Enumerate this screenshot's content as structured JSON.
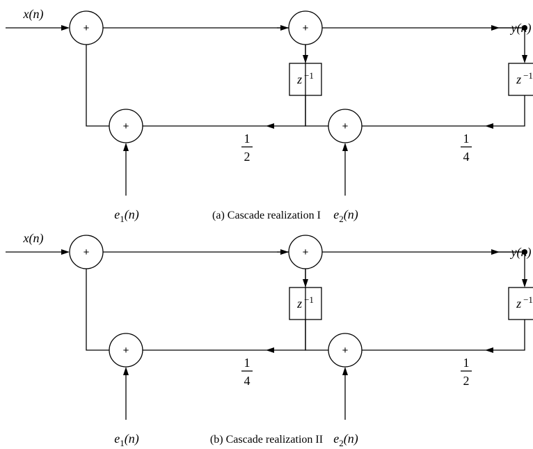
{
  "labels": {
    "input": "x(n)",
    "output": "y(n)",
    "sum_sign": "+",
    "delay": "z",
    "delay_exp": "−1"
  },
  "panels": [
    {
      "caption": "(a)  Cascade realization I",
      "stage1": {
        "coef_num": "1",
        "coef_den": "2",
        "noise_sym": "e",
        "noise_sub": "1",
        "noise_arg": "(n)"
      },
      "stage2": {
        "coef_num": "1",
        "coef_den": "4",
        "noise_sym": "e",
        "noise_sub": "2",
        "noise_arg": "(n)"
      }
    },
    {
      "caption": "(b)  Cascade realization II",
      "stage1": {
        "coef_num": "1",
        "coef_den": "4",
        "noise_sym": "e",
        "noise_sub": "1",
        "noise_arg": "(n)"
      },
      "stage2": {
        "coef_num": "1",
        "coef_den": "2",
        "noise_sym": "e",
        "noise_sub": "2",
        "noise_arg": "(n)"
      }
    }
  ]
}
